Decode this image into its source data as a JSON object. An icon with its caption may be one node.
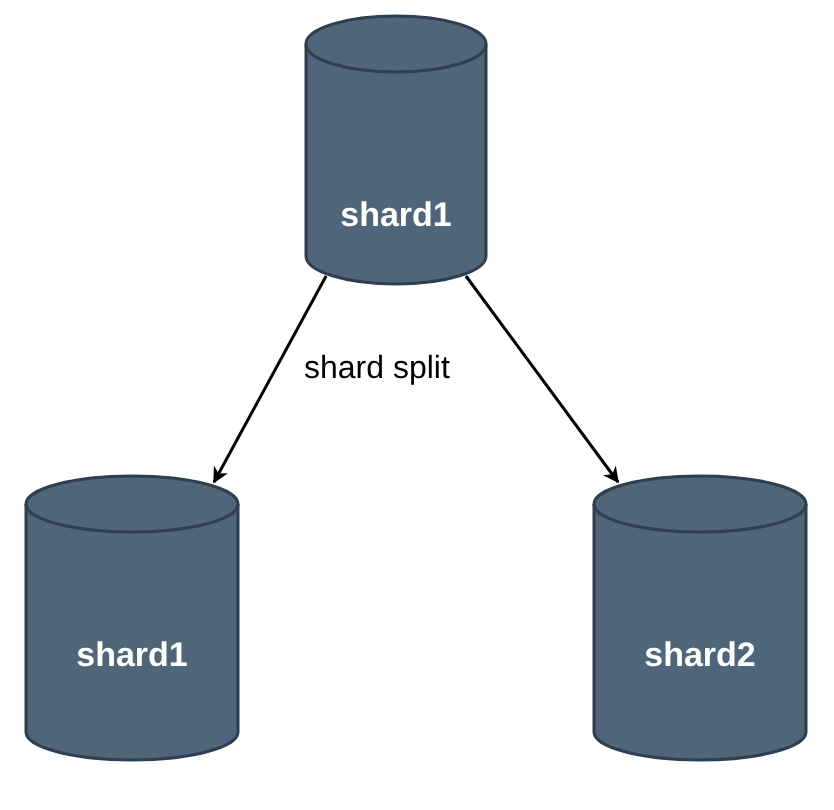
{
  "diagram": {
    "nodes": [
      {
        "text": [
          "shard1"
        ]
      },
      {
        "text": [
          "shard1"
        ]
      },
      {
        "text": [
          "shard2"
        ]
      }
    ],
    "edges": [
      {
        "from": 0,
        "to": 1,
        "arrow": "to",
        "label": "shard split"
      },
      {
        "from": 0,
        "to": 2,
        "arrow": "to"
      }
    ]
  }
}
